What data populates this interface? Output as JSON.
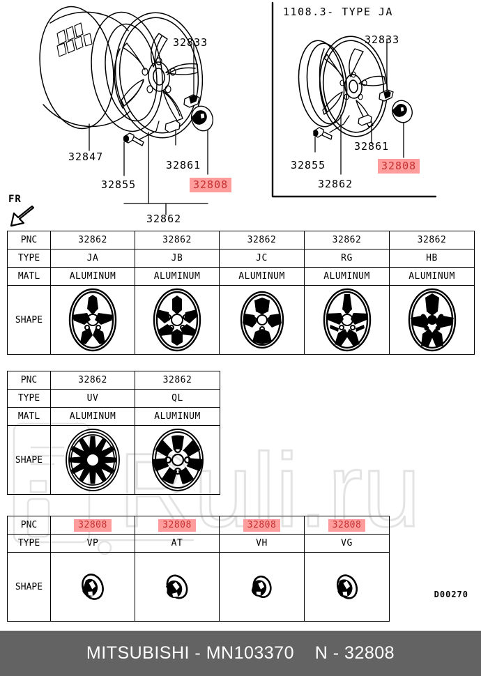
{
  "main_diagram": {
    "fr_marker": "FR",
    "callouts": [
      {
        "id": "c32833",
        "label": "32833",
        "highlight": false
      },
      {
        "id": "c32847",
        "label": "32847",
        "highlight": false
      },
      {
        "id": "c32861",
        "label": "32861",
        "highlight": false
      },
      {
        "id": "c32855",
        "label": "32855",
        "highlight": false
      },
      {
        "id": "c32808",
        "label": "32808",
        "highlight": true
      },
      {
        "id": "c32862",
        "label": "32862",
        "highlight": false
      }
    ]
  },
  "sub_panel": {
    "title": "1108.3- TYPE JA",
    "callouts": [
      {
        "id": "s32833",
        "label": "32833",
        "highlight": false
      },
      {
        "id": "s32861",
        "label": "32861",
        "highlight": false
      },
      {
        "id": "s32855",
        "label": "32855",
        "highlight": false
      },
      {
        "id": "s32808",
        "label": "32808",
        "highlight": true
      },
      {
        "id": "s32862",
        "label": "32862",
        "highlight": false
      }
    ]
  },
  "tables": [
    {
      "id": "table-wheels-1",
      "row_labels": {
        "pnc": "PNC",
        "type": "TYPE",
        "matl": "MATL",
        "shape": "SHAPE"
      },
      "columns": [
        {
          "pnc": "32862",
          "type": "JA",
          "matl": "ALUMINUM",
          "shape_icon": "wheel-5spoke-split",
          "pnc_highlight": false
        },
        {
          "pnc": "32862",
          "type": "JB",
          "matl": "ALUMINUM",
          "shape_icon": "wheel-6spoke-round",
          "pnc_highlight": false
        },
        {
          "pnc": "32862",
          "type": "JC",
          "matl": "ALUMINUM",
          "shape_icon": "wheel-8spoke-plain",
          "pnc_highlight": false
        },
        {
          "pnc": "32862",
          "type": "RG",
          "matl": "ALUMINUM",
          "shape_icon": "wheel-5spoke-twin",
          "pnc_highlight": false
        },
        {
          "pnc": "32862",
          "type": "HB",
          "matl": "ALUMINUM",
          "shape_icon": "wheel-5spoke-wide",
          "pnc_highlight": false
        }
      ]
    },
    {
      "id": "table-wheels-2",
      "row_labels": {
        "pnc": "PNC",
        "type": "TYPE",
        "matl": "MATL",
        "shape": "SHAPE"
      },
      "columns": [
        {
          "pnc": "32862",
          "type": "UV",
          "matl": "ALUMINUM",
          "shape_icon": "wheel-12spoke-mesh",
          "pnc_highlight": false
        },
        {
          "pnc": "32862",
          "type": "QL",
          "matl": "ALUMINUM",
          "shape_icon": "wheel-7spoke-wide",
          "pnc_highlight": false
        }
      ]
    },
    {
      "id": "table-caps",
      "row_labels": {
        "pnc": "PNC",
        "type": "TYPE",
        "shape": "SHAPE"
      },
      "columns": [
        {
          "pnc": "32808",
          "type": "VP",
          "shape_icon": "center-cap-emblem",
          "pnc_highlight": true
        },
        {
          "pnc": "32808",
          "type": "AT",
          "shape_icon": "center-cap-emblem",
          "pnc_highlight": true
        },
        {
          "pnc": "32808",
          "type": "VH",
          "shape_icon": "center-cap-emblem",
          "pnc_highlight": true
        },
        {
          "pnc": "32808",
          "type": "VG",
          "shape_icon": "center-cap-emblem",
          "pnc_highlight": true
        }
      ]
    }
  ],
  "drawing_code": "D00270",
  "watermark": {
    "text": "Ruli.ru"
  },
  "footer": {
    "text": "MITSUBISHI - MN103370    N - 32808"
  },
  "colors": {
    "highlight_bg": "#ff9c9c",
    "highlight_text": "#c43030",
    "footer_bg": "#636363",
    "footer_text": "#ffffff",
    "line": "#000000"
  }
}
